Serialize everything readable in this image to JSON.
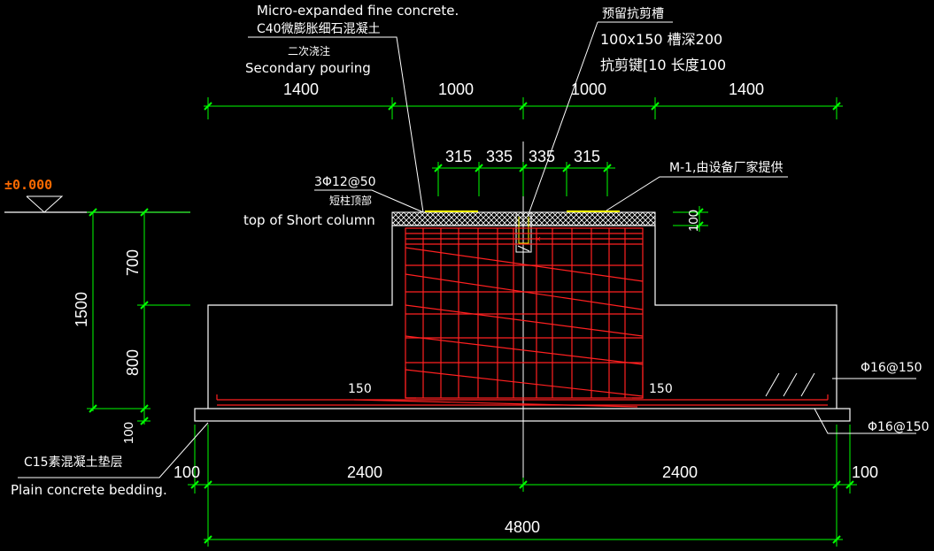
{
  "colors": {
    "background": "#000000",
    "outline": "#ffffff",
    "dimension": "#00ff00",
    "rebar": "#ff2020",
    "grout_top": "#ffff00",
    "elevation_mark": "#ff6a00"
  },
  "annotations": {
    "micro_concrete_en": "Micro-expanded fine concrete.",
    "micro_concrete_cn": "C40微膨胀细石混凝土",
    "secondary_cn": "二次浇注",
    "secondary_en": "Secondary pouring",
    "groove_cn": "预留抗剪槽",
    "groove_size": "100x150 槽深200",
    "shear_key": "抗剪键[10  长度100",
    "rebar_top": "3Φ12@50",
    "short_col_cn": "短柱顶部",
    "short_col_en": "top of Short column",
    "embed_plate": "M-1,由设备厂家提供",
    "elevation": "±0.000",
    "bar_top": "Φ16@150",
    "bar_bottom": "Φ16@150",
    "bedding_cn": "C15素混凝土垫层",
    "bedding_en": "Plain concrete bedding.",
    "hook_left": "150",
    "hook_right": "150",
    "x_mark": "×"
  },
  "dimensions": {
    "top": [
      "1400",
      "1000",
      "1000",
      "1400"
    ],
    "pedestal": [
      "315",
      "335",
      "335",
      "315"
    ],
    "grout_thickness": "100",
    "left_upper": "700",
    "left_lower": "800",
    "left_total": "1500",
    "bedding": "100",
    "bottom_edge_left": "100",
    "bottom_half_left": "2400",
    "bottom_half_right": "2400",
    "bottom_edge_right": "100",
    "overall": "4800"
  }
}
